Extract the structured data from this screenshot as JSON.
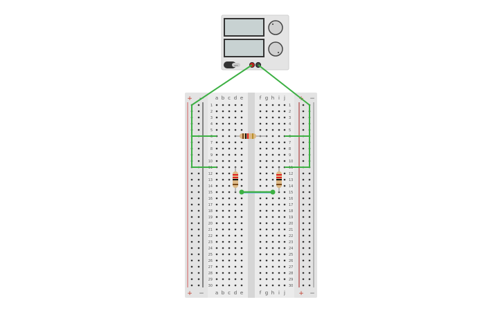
{
  "power_supply": {
    "switch_label": "OFF"
  },
  "breadboard": {
    "columns_left": [
      "a",
      "b",
      "c",
      "d",
      "e"
    ],
    "columns_right": [
      "f",
      "g",
      "h",
      "i",
      "j"
    ],
    "rows": 30,
    "rail_plus": "+",
    "rail_minus": "−"
  },
  "colors": {
    "wire": "#3cb043",
    "rail_red": "#c0392b",
    "rail_black": "#222222",
    "board": "#e6e6e6"
  }
}
